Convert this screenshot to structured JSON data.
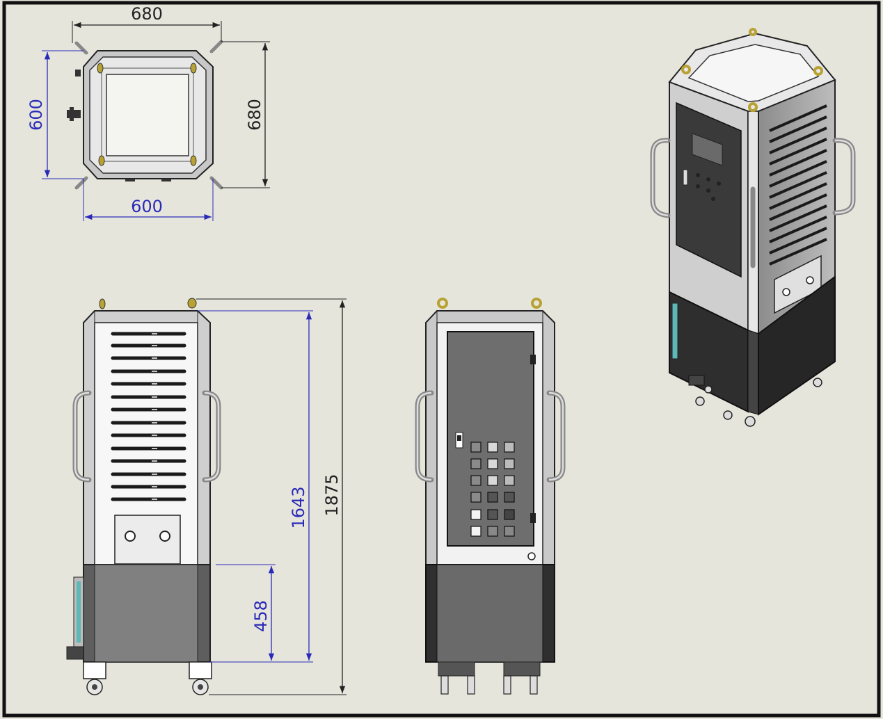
{
  "colors": {
    "background": "#e6e5dc",
    "frame": "#111111",
    "dim_black": "#222222",
    "dim_blue": "#2a2ab8",
    "body_light": "#d4d4d4",
    "body_mid": "#9a9a9a",
    "base_dark": "#2b2b2b",
    "panel_grey": "#6a6a6a",
    "eyebolt": "#b8a233",
    "sight_glass": "#5fb8b8"
  },
  "dimensions": {
    "top_width_outer": "680",
    "top_depth_inner": "600",
    "top_depth_outer": "680",
    "top_width_inner": "600",
    "cabinet_height": "1643",
    "total_height": "1875",
    "base_height": "458"
  },
  "views": {
    "top": "top-view",
    "side": "side-view",
    "front": "front-view",
    "iso": "isometric-view"
  }
}
